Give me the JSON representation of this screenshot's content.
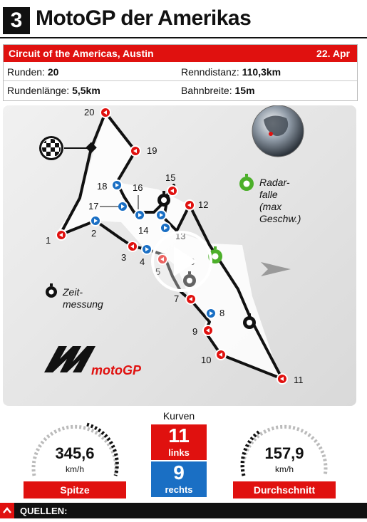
{
  "header": {
    "number": "3",
    "title": "MotoGP der Amerikas"
  },
  "info": {
    "circuit": "Circuit of the Americas, Austin",
    "date": "22. Apr",
    "laps_label": "Runden:",
    "laps_value": "20",
    "distance_label": "Renndistanz:",
    "distance_value": "110,3km",
    "length_label": "Rundenlänge:",
    "length_value": "5,5km",
    "width_label": "Bahnbreite:",
    "width_value": "15m"
  },
  "map": {
    "turns": [
      "1",
      "2",
      "3",
      "4",
      "5",
      "6",
      "7",
      "8",
      "9",
      "10",
      "11",
      "12",
      "13",
      "14",
      "15",
      "16",
      "17",
      "18",
      "19",
      "20"
    ],
    "radar_label": "Radar-\nfalle\n(max\nGeschw.)",
    "timing_label": "Zeit-\nmessung",
    "logo_text": "motoGP"
  },
  "stats": {
    "top_speed_value": "345,6",
    "top_speed_unit": "km/h",
    "top_speed_label": "Spitze",
    "avg_speed_value": "157,9",
    "avg_speed_unit": "km/h",
    "avg_speed_label": "Durchschnitt",
    "curves_title": "Kurven",
    "left_count": "11",
    "left_label": "links",
    "right_count": "9",
    "right_label": "rechts"
  },
  "footer": {
    "sources_label": "QUELLEN:"
  },
  "colors": {
    "accent": "#e0110f",
    "blue": "#1a6fc4",
    "green": "#4caf2a",
    "dark": "#111111"
  }
}
